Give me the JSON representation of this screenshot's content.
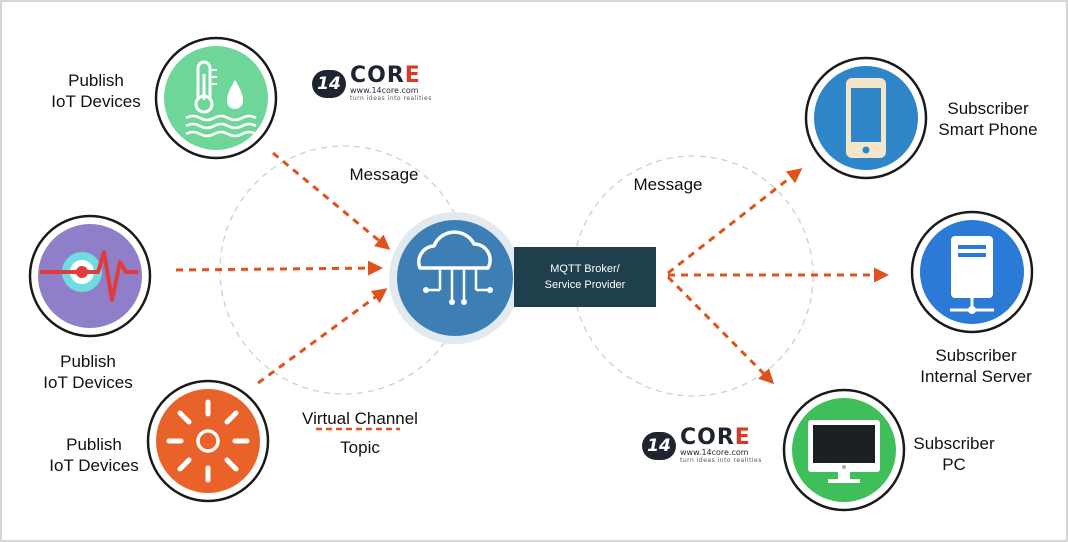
{
  "publishers": [
    {
      "line1": "Publish",
      "line2": "IoT Devices",
      "icon": "thermometer-water-icon"
    },
    {
      "line1": "Publish",
      "line2": "IoT Devices",
      "icon": "heartbeat-target-icon"
    },
    {
      "line1": "Publish",
      "line2": "IoT Devices",
      "icon": "sunburst-icon"
    }
  ],
  "subscribers": [
    {
      "line1": "Subscriber",
      "line2": "Smart Phone",
      "icon": "smartphone-icon"
    },
    {
      "line1": "Subscriber",
      "line2": "Internal Server",
      "icon": "server-icon"
    },
    {
      "line1": "Subscriber",
      "line2": "PC",
      "icon": "monitor-icon"
    }
  ],
  "message_left": "Message",
  "message_right": "Message",
  "broker": {
    "line1": "MQTT Broker/",
    "line2": "Service Provider",
    "icon": "cloud-circuit-icon"
  },
  "legend": {
    "line1": "Virtual Channel",
    "line2": "Topic"
  },
  "logo": {
    "badge": "14",
    "word_main": "COR",
    "word_accent": "E",
    "url": "www.14core.com",
    "tagline": "turn ideas into realities"
  },
  "colors": {
    "arrow": "#e0521c",
    "broker_box": "#1f3f4d",
    "hub": "#3d7fb5",
    "publisher1": "#6fd69a",
    "publisher2": "#8f7fc9",
    "publisher3": "#e8622a",
    "phone": "#2e86c8",
    "server": "#2a7ad6",
    "pc": "#3fbf5a"
  }
}
